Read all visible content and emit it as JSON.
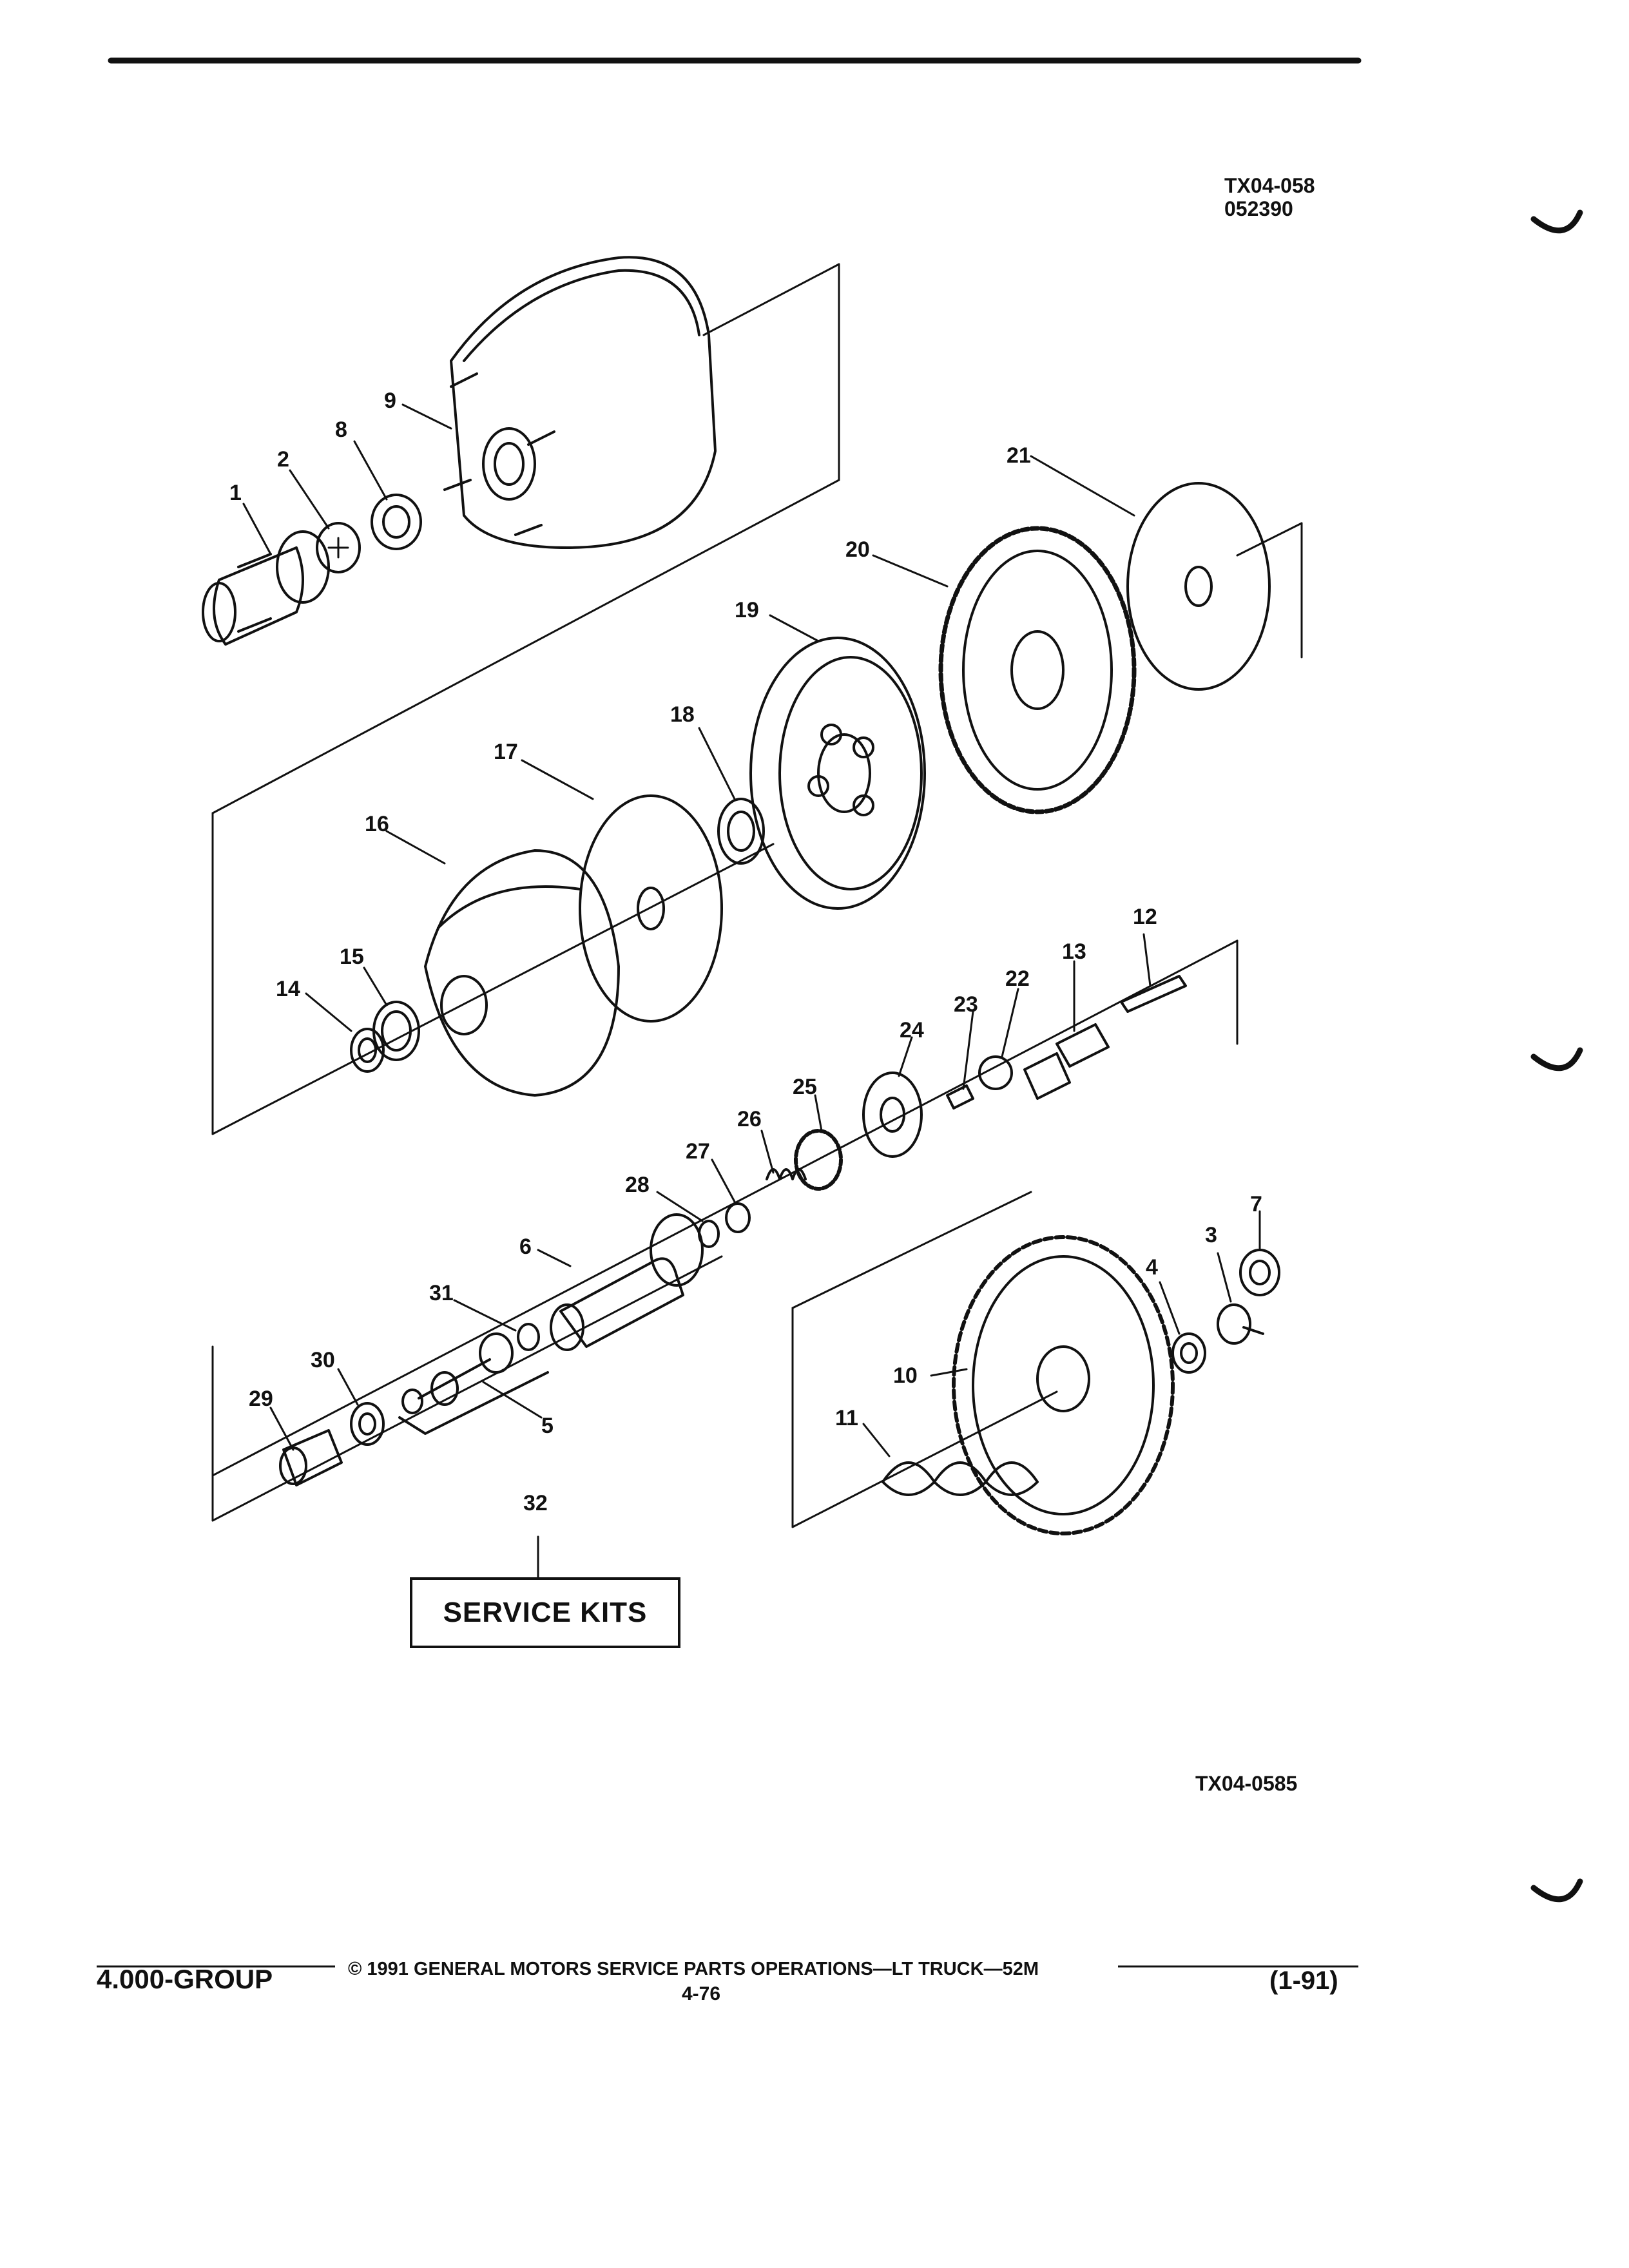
{
  "figure_codes": {
    "top_code": "TX04-058",
    "top_date": "052390",
    "bottom_code": "TX04-0585"
  },
  "callouts": {
    "c1": "1",
    "c2": "2",
    "c3": "3",
    "c4": "4",
    "c5": "5",
    "c6": "6",
    "c7": "7",
    "c8": "8",
    "c9": "9",
    "c10": "10",
    "c11": "11",
    "c12": "12",
    "c13": "13",
    "c14": "14",
    "c15": "15",
    "c16": "16",
    "c17": "17",
    "c18": "18",
    "c19": "19",
    "c20": "20",
    "c21": "21",
    "c22": "22",
    "c23": "23",
    "c24": "24",
    "c25": "25",
    "c26": "26",
    "c27": "27",
    "c28": "28",
    "c29": "29",
    "c30": "30",
    "c31": "31",
    "c32": "32"
  },
  "service_kits_label": "SERVICE KITS",
  "footer": {
    "group": "4.000-GROUP",
    "copyright": "© 1991 GENERAL MOTORS SERVICE PARTS OPERATIONS—LT TRUCK—52M",
    "page": "4-76",
    "revision": "(1-91)"
  }
}
